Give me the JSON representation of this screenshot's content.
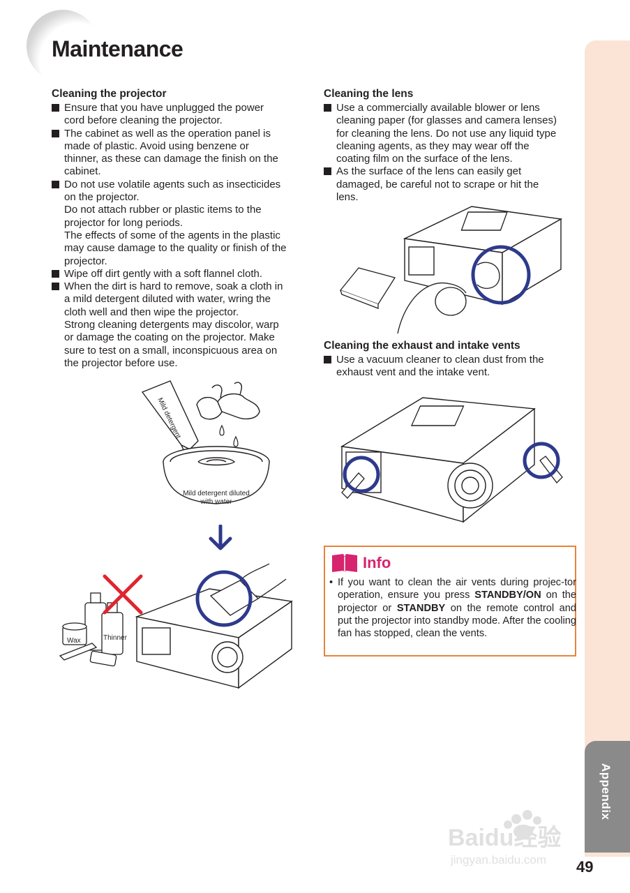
{
  "page": {
    "title": "Maintenance",
    "tab_label": "Appendix",
    "page_number": "49",
    "watermark_text": "Baidu经验",
    "watermark_url": "jingyan.baidu.com"
  },
  "cleaning_projector": {
    "heading": "Cleaning the projector",
    "items": [
      [
        "Ensure that you have unplugged the power",
        "cord before cleaning the projector."
      ],
      [
        "The cabinet as well as the operation panel is",
        "made of plastic. Avoid using benzene or",
        "thinner, as these can damage the finish on the",
        "cabinet."
      ],
      [
        "Do not use volatile agents such as insecticides",
        "on the projector.",
        "Do not attach rubber or plastic items to the",
        "projector for long periods.",
        "The effects of some of the agents in the plastic",
        "may cause damage to the quality or finish of the",
        "projector."
      ],
      [
        "Wipe off dirt gently with a soft flannel cloth."
      ],
      [
        "When the dirt is hard to remove, soak a cloth in",
        "a mild detergent diluted with water, wring the",
        "cloth well and then wipe the projector.",
        "Strong cleaning detergents may discolor, warp",
        "or damage the coating on the projector. Make",
        "sure to test on a small, inconspicuous area on",
        "the projector before use."
      ]
    ]
  },
  "cleaning_lens": {
    "heading": "Cleaning the lens",
    "items": [
      [
        "Use a commercially available blower or lens",
        "cleaning paper (for glasses and camera lenses)",
        "for cleaning the lens. Do not use any liquid type",
        "cleaning agents, as they may wear off the",
        "coating film on the surface of the lens."
      ],
      [
        "As the surface of the lens can easily get",
        "damaged, be careful not to scrape or hit the",
        "lens."
      ]
    ]
  },
  "cleaning_vents": {
    "heading": "Cleaning the exhaust and intake vents",
    "items": [
      [
        "Use a vacuum cleaner to clean dust from the",
        "exhaust vent and the intake vent."
      ]
    ]
  },
  "illustration_labels": {
    "bottle_label": "Mild detergent",
    "basin_label_line1": "Mild detergent diluted",
    "basin_label_line2": "with water",
    "wax_label": "Wax",
    "thinner_label": "Thinner"
  },
  "info": {
    "heading": "Info",
    "text_part1": "If you want to clean the air vents during projec-tor operation, ensure you press ",
    "bold1": "STANDBY/ON",
    "text_part2": " on the projector or ",
    "bold2": "STANDBY",
    "text_part3": " on the remote control and put the projector into standby mode. After the cooling fan has stopped, clean the vents."
  },
  "colors": {
    "highlight_circle": "#2d3a8c",
    "prohibited_x": "#e0242e",
    "info_border": "#e8833a",
    "info_heading": "#d6246e",
    "tab_bg": "#fbe4d6",
    "tab_active": "#8a8a8a"
  }
}
